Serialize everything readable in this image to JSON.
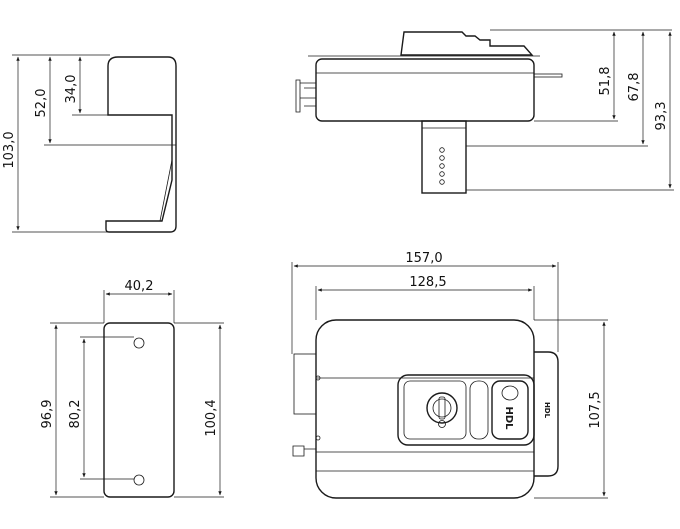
{
  "dimensions": {
    "side_total_height": "103,0",
    "side_mid_height": "52,0",
    "side_top_height": "34,0",
    "top_d1": "51,8",
    "top_d2": "67,8",
    "top_d3": "93,3",
    "front_width": "40,2",
    "front_outer_height": "96,9",
    "front_hole_spacing": "80,2",
    "front_overall_height": "100,4",
    "main_total_width": "157,0",
    "main_body_width": "128,5",
    "main_height": "107,5"
  },
  "branding": {
    "logo_text": "HDL",
    "small_mark": "HDL"
  }
}
